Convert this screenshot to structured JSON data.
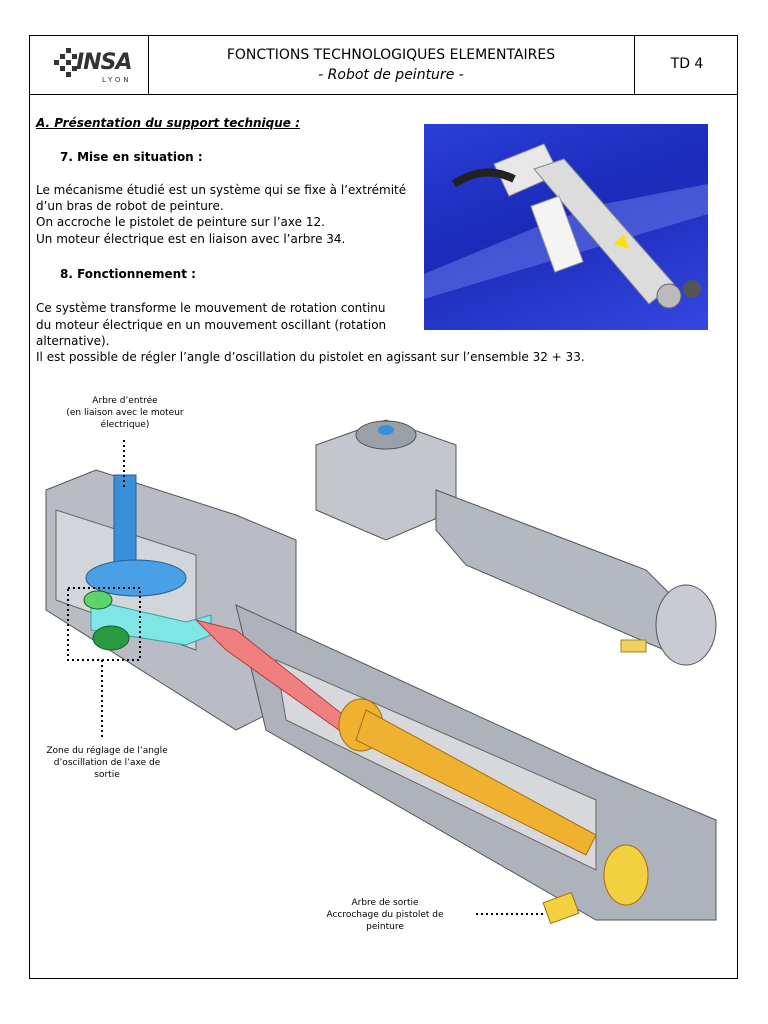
{
  "header": {
    "logo_text": "INSA",
    "logo_sub": "LYON",
    "title": "FONCTIONS TECHNOLOGIQUES ELEMENTAIRES",
    "subtitle": "- Robot de peinture -",
    "td": "TD 4"
  },
  "section": {
    "heading": "A. Présentation du support technique :",
    "s7_title": "7.  Mise en situation :",
    "s7_lines": [
      "Le mécanisme étudié est un système qui se fixe à l’extrémité",
      "d’un bras de robot de peinture.",
      "On accroche le pistolet de peinture sur l’axe 12.",
      "Un moteur électrique est en liaison avec l’arbre 34."
    ],
    "s8_title": "8.  Fonctionnement :",
    "s8_lines": [
      "Ce système transforme le mouvement de rotation continu",
      "du moteur électrique en un mouvement oscillant (rotation",
      "alternative).",
      "Il est possible de régler l’angle d’oscillation du pistolet en agissant sur l’ensemble 32 + 33."
    ]
  },
  "labels": {
    "input_shaft": [
      "Arbre d’entrée",
      "(en liaison avec le moteur",
      "électrique)"
    ],
    "adjust_zone": [
      "Zone du réglage de l’angle",
      "d’oscillation de l’axe de",
      "sortie"
    ],
    "output_shaft": [
      "Arbre de sortie",
      "Accrochage du pistolet de",
      "peinture"
    ]
  },
  "colors": {
    "photo_bg": "#2233cc",
    "housing": "#b9bcc4",
    "input_shaft": "#3a8fd9",
    "lever": "#7fe6e6",
    "rod": "#f08080",
    "output_shaft": "#f0b030",
    "adjuster": "#2a9a40"
  }
}
